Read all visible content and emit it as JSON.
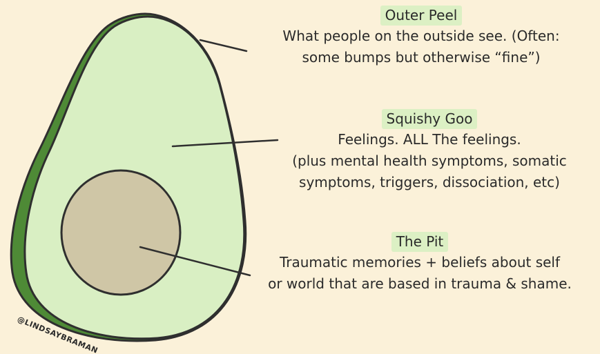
{
  "labels": {
    "outer_peel": {
      "title": "Outer Peel",
      "description": "What people on the outside see. (Often:\nsome bumps but otherwise “fine”)"
    },
    "squishy_goo": {
      "title": "Squishy Goo",
      "description": "Feelings. ALL The feelings.\n(plus mental health symptoms, somatic\nsymptoms, triggers, dissociation, etc)"
    },
    "the_pit": {
      "title": "The Pit",
      "description": "Traumatic memories + beliefs about self\nor world that are based in trauma & shame."
    }
  },
  "credit": "@LINDSAYBRAMAN",
  "colors": {
    "background": "#fbf1d9",
    "peel": "#4e8a36",
    "flesh": "#d9efc3",
    "pit": "#cfc6a6",
    "outline": "#2f2f2f",
    "highlight": "#dcf0c4"
  }
}
